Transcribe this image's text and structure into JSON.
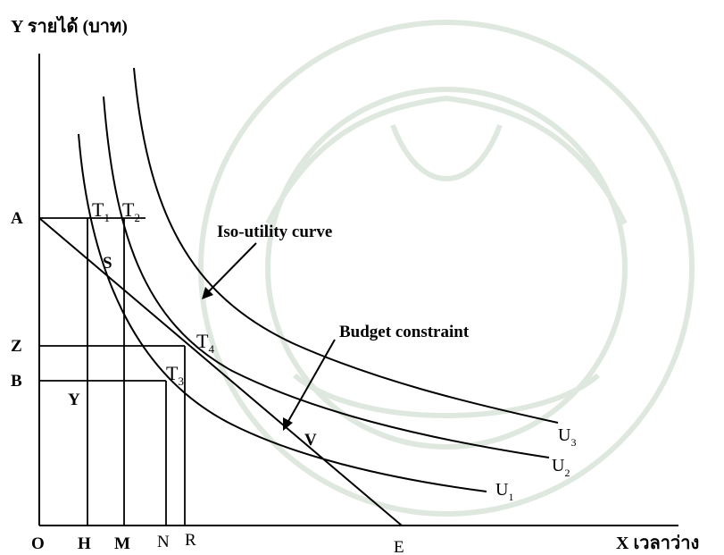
{
  "title": "Y  รายได้ (บาท)",
  "x_axis_label": "X  เวลาว่าง",
  "y_tick_labels": {
    "A": "A",
    "Z": "Z",
    "B": "B",
    "Y": "Y",
    "S": "S",
    "V": "V"
  },
  "x_tick_labels": {
    "O": "O",
    "H": "H",
    "M": "M",
    "N": "N",
    "R": "R",
    "E": "E"
  },
  "points": {
    "T1": {
      "main": "T",
      "sub": "1"
    },
    "T2": {
      "main": "T",
      "sub": "2"
    },
    "T3": {
      "main": "T",
      "sub": "3"
    },
    "T4": {
      "main": "T",
      "sub": "4"
    }
  },
  "curves": {
    "U1": {
      "main": "U",
      "sub": "1"
    },
    "U2": {
      "main": "U",
      "sub": "2"
    },
    "U3": {
      "main": "U",
      "sub": "3"
    }
  },
  "annotations": {
    "iso_utility": "Iso-utility curve",
    "budget": "Budget  constraint"
  },
  "colors": {
    "ink": "#000000",
    "watermark": "#dfe8df"
  }
}
